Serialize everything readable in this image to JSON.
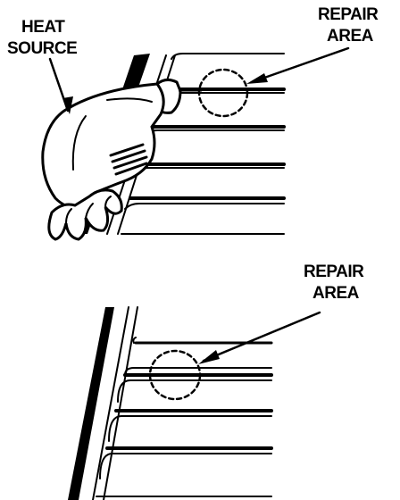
{
  "labels": {
    "heat_source": [
      "HEAT",
      "SOURCE"
    ],
    "repair_area_top": [
      "REPAIR",
      "AREA"
    ],
    "repair_area_bottom": [
      "REPAIR",
      "AREA"
    ]
  },
  "colors": {
    "ink": "#000000",
    "paper": "#ffffff"
  }
}
